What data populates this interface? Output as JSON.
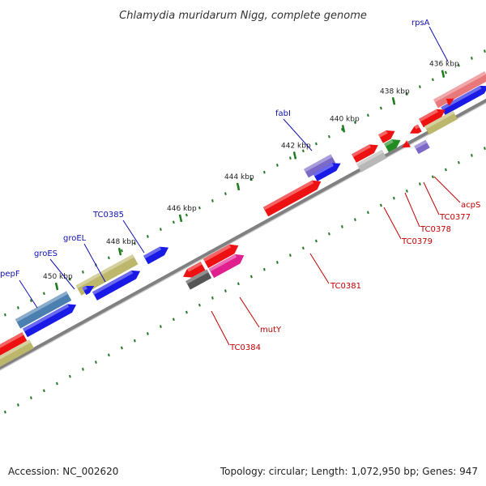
{
  "title": "Chlamydia muridarum Nigg, complete genome",
  "footer": {
    "accession": "Accession: NC_002620",
    "summary": "Topology: circular; Length: 1,072,950 bp; Genes: 947"
  },
  "ticks": [
    "436 kbp",
    "438 kbp",
    "440 kbp",
    "442 kbp",
    "444 kbp",
    "446 kbp",
    "448 kbp",
    "450 kbp"
  ],
  "genes": {
    "upper": [
      "rpsA",
      "fabI",
      "TC0385",
      "groEL",
      "groES",
      "pepF"
    ],
    "lower": [
      "acpS",
      "TC0377",
      "TC0378",
      "TC0379",
      "TC0381",
      "mutY",
      "TC0384"
    ]
  },
  "colors": {
    "red": "#ee1111",
    "blue": "#1a1ae6",
    "olive": "#bdb76b",
    "steelblue": "#4a7fb0",
    "purple": "#7b68c8",
    "magenta": "#e0208f",
    "green": "#228b22",
    "darkgray": "#555555",
    "lightgray": "#b8b8b8",
    "pink": "#e8787a",
    "backbone": "#808080",
    "tickmark": "#1e7a1e",
    "upperLabel": "#1010b0",
    "lowerLabel": "#c00000"
  }
}
